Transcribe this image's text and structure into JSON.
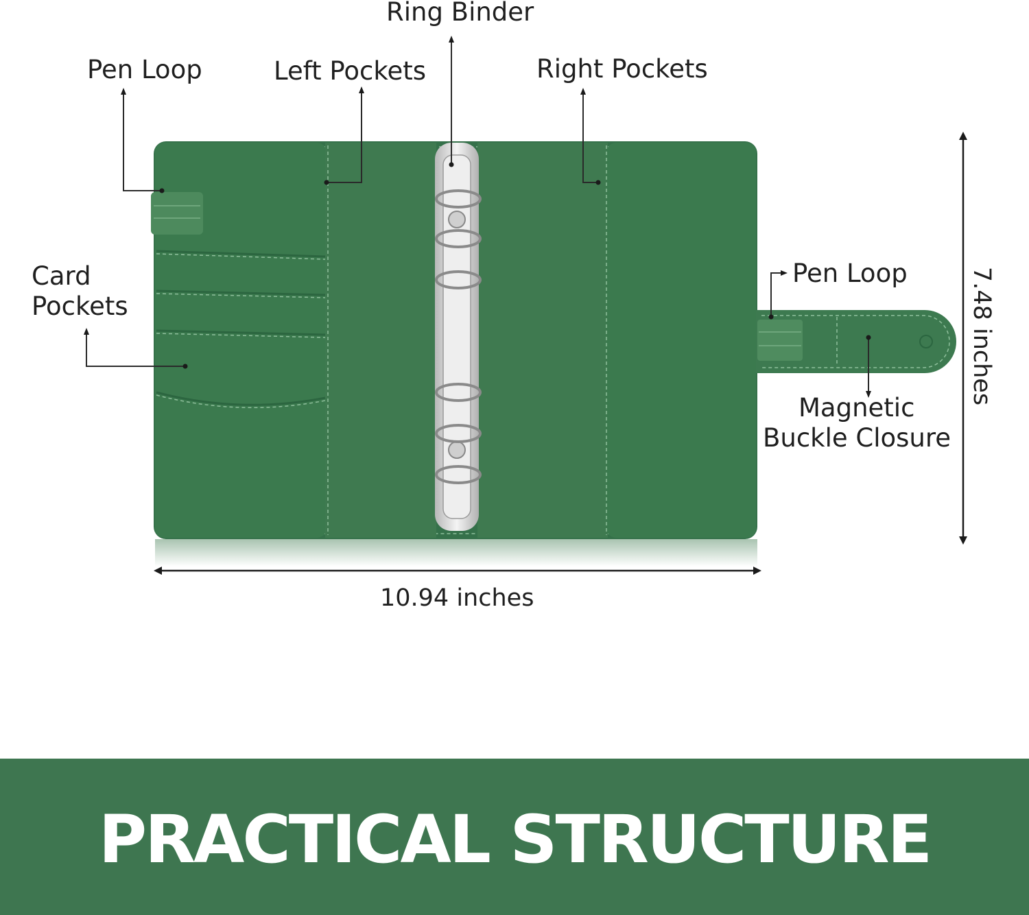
{
  "labels": {
    "ring_binder": "Ring Binder",
    "pen_loop_left": "Pen Loop",
    "left_pockets": "Left Pockets",
    "right_pockets": "Right Pockets",
    "card_pockets_1": "Card",
    "card_pockets_2": "Pockets",
    "pen_loop_right": "Pen Loop",
    "magnetic_1": "Magnetic",
    "magnetic_2": "Buckle Closure"
  },
  "dimensions": {
    "width": "10.94 inches",
    "height": "7.48 inches"
  },
  "banner": {
    "title": "PRACTICAL STRUCTURE"
  },
  "colors": {
    "binder_green": "#3f7a50",
    "binder_dark": "#2f6b42",
    "banner_green": "#3e7650",
    "ring_silver": "#d8d8d8"
  }
}
